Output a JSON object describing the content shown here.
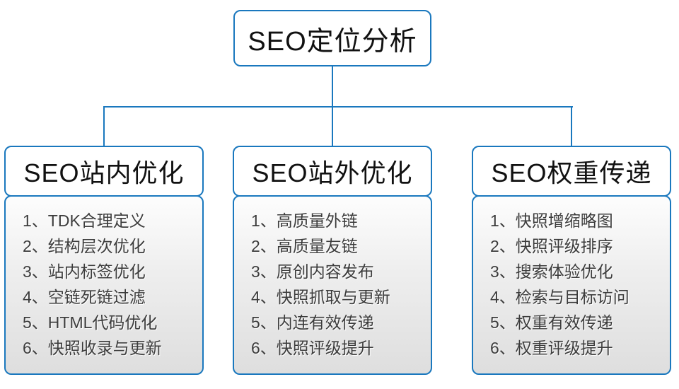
{
  "palette": {
    "line_blue": "#1a78be",
    "box_background": "#ffffff",
    "body_gradient_top": "#fdfdfd",
    "body_gradient_bottom": "#dedede",
    "header_text": "#111111",
    "item_text": "#3c3c3c"
  },
  "root": {
    "label": "SEO定位分析"
  },
  "columns": [
    {
      "header": "SEO站内优化",
      "items": [
        "1、TDK合理定义",
        "2、结构层次优化",
        "3、站内标签优化",
        "4、空链死链过滤",
        "5、HTML代码优化",
        "6、快照收录与更新"
      ]
    },
    {
      "header": "SEO站外优化",
      "items": [
        "1、高质量外链",
        "2、高质量友链",
        "3、原创内容发布",
        "4、快照抓取与更新",
        "5、内连有效传递",
        "6、快照评级提升"
      ]
    },
    {
      "header": "SEO权重传递",
      "items": [
        "1、快照增缩略图",
        "2、快照评级排序",
        "3、搜索体验优化",
        "4、检索与目标访问",
        "5、权重有效传递",
        "6、权重评级提升"
      ]
    }
  ]
}
